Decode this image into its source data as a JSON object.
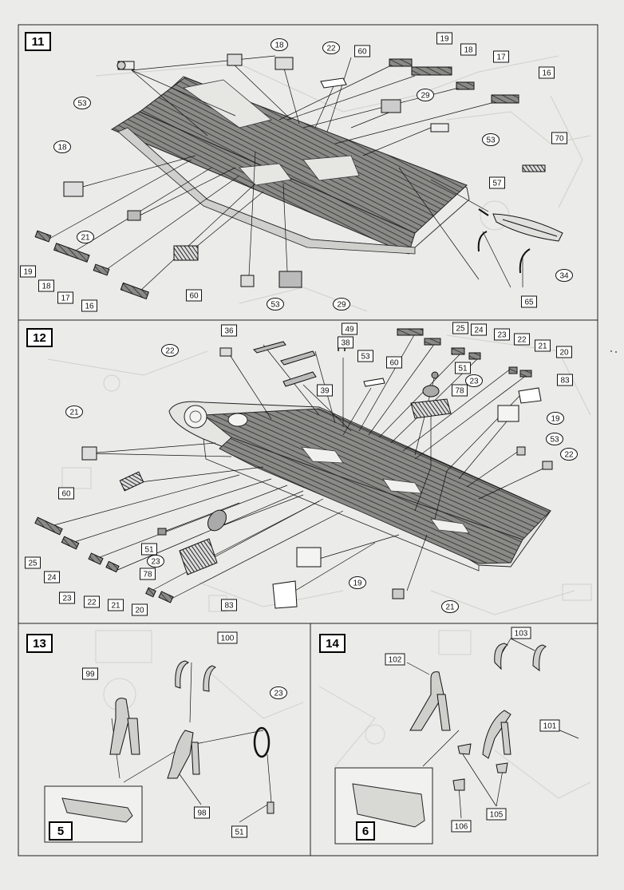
{
  "panels": [
    {
      "step": "11"
    },
    {
      "step": "12"
    },
    {
      "step": "13",
      "inset": "5"
    },
    {
      "step": "14",
      "inset": "6"
    }
  ],
  "callouts": {
    "p11": {
      "c1": "18",
      "c2": "22",
      "c3": "60",
      "c4": "19",
      "c5": "18",
      "c6": "17",
      "c7": "16",
      "c8": "29",
      "c9": "53",
      "c10": "53",
      "c11": "70",
      "c12": "57",
      "c13": "18",
      "c14": "21",
      "c15": "19",
      "c16": "18",
      "c17": "17",
      "c18": "16",
      "c19": "60",
      "c20": "53",
      "c21": "29",
      "c22": "65",
      "c23": "34"
    },
    "p12": {
      "c1": "36",
      "c2": "49",
      "c3": "38",
      "c4": "53",
      "c5": "39",
      "c6": "25",
      "c7": "24",
      "c8": "23",
      "c9": "22",
      "c10": "21",
      "c11": "20",
      "c12": "22",
      "c13": "60",
      "c14": "51",
      "c15": "23",
      "c16": "78",
      "c17": "83",
      "c18": "19",
      "c19": "53",
      "c20": "22",
      "c21": "21",
      "c22": "60",
      "c23": "25",
      "c24": "24",
      "c25": "23",
      "c26": "22",
      "c27": "21",
      "c28": "20",
      "c29": "51",
      "c30": "23",
      "c31": "78",
      "c32": "19",
      "c33": "83",
      "c34": "21"
    },
    "p13": {
      "c1": "100",
      "c2": "99",
      "c3": "23",
      "c4": "98",
      "c5": "51"
    },
    "p14": {
      "c1": "103",
      "c2": "102",
      "c3": "101",
      "c4": "105",
      "c5": "106"
    }
  }
}
